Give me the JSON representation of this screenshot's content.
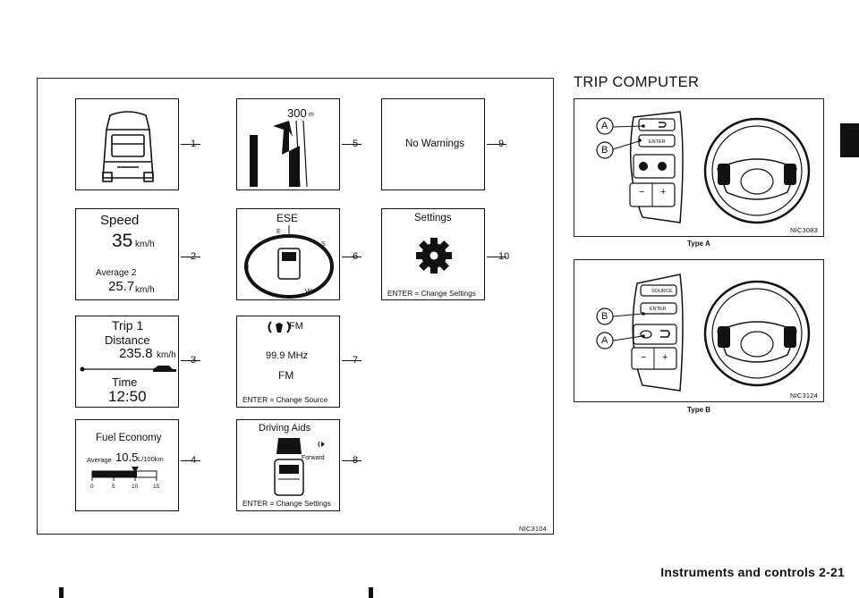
{
  "section_title": "TRIP COMPUTER",
  "footer": "Instruments and controls   2-21",
  "left_figure": {
    "code": "NIC3104",
    "callouts": [
      "1",
      "2",
      "3",
      "4",
      "5",
      "6",
      "7",
      "8",
      "9",
      "10"
    ],
    "p2": {
      "title": "Speed",
      "speed_value": "35",
      "speed_unit": "km/h",
      "avg_label": "Average 2",
      "avg_value": "25.7",
      "avg_unit": "km/h"
    },
    "p3": {
      "title": "Trip 1",
      "distance_label": "Distance",
      "distance_value": "235.8",
      "distance_unit": "km/h",
      "time_label": "Time",
      "time_value": "12:50"
    },
    "p4": {
      "title": "Fuel Economy",
      "avg_label": "Average",
      "value": "10.5",
      "unit": "L/100km",
      "scale": [
        "0",
        "5",
        "10",
        "15"
      ]
    },
    "p5": {
      "distance": "300",
      "unit": "m"
    },
    "p6": {
      "heading": "ESE",
      "compass": [
        "E",
        "S",
        "N",
        "W"
      ]
    },
    "p7": {
      "source": "FM",
      "frequency": "99.9 MHz",
      "band": "FM",
      "footer": "ENTER = Change Source"
    },
    "p8": {
      "title": "Driving Aids",
      "label": "Forward",
      "footer": "ENTER = Change Settings"
    },
    "p9": {
      "text": "No Warnings"
    },
    "p10": {
      "title": "Settings",
      "footer": "ENTER = Change Settings"
    }
  },
  "type_a": {
    "code": "NIC3083",
    "caption": "Type A",
    "labels": [
      "A",
      "B"
    ],
    "button_text": "ENTER",
    "buttons": {
      "minus": "−",
      "plus": "+"
    }
  },
  "type_b": {
    "code": "NIC3124",
    "caption": "Type B",
    "labels": [
      "B",
      "A"
    ],
    "source_text": "SOURCE",
    "button_text": "ENTER",
    "buttons": {
      "minus": "−",
      "plus": "+"
    }
  }
}
